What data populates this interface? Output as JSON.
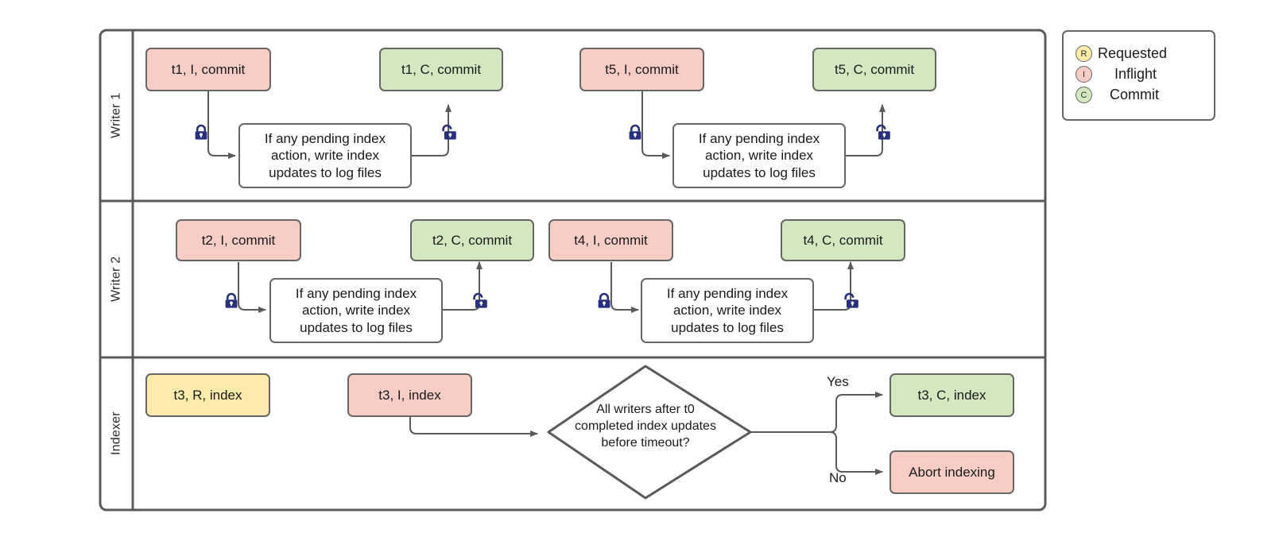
{
  "diagram": {
    "title": "Writer / Indexer concurrency swimlane diagram",
    "colors": {
      "inflight": "#f8cdc6",
      "commit": "#d3e8c0",
      "requested": "#fdebab",
      "process": "#ffffff",
      "stroke": "#666666",
      "lock": "#28307e"
    },
    "lanes": [
      {
        "id": "writer1",
        "label": "Writer 1"
      },
      {
        "id": "writer2",
        "label": "Writer 2"
      },
      {
        "id": "indexer",
        "label": "Indexer"
      }
    ],
    "process_text": "If any pending index action, write index updates to log files",
    "writer1": {
      "nodes": [
        {
          "id": "t1-inflight",
          "label": "t1, I, commit",
          "state": "Inflight"
        },
        {
          "id": "t1-commit",
          "label": "t1, C, commit",
          "state": "Commit"
        },
        {
          "id": "t5-inflight",
          "label": "t5, I, commit",
          "state": "Inflight"
        },
        {
          "id": "t5-commit",
          "label": "t5, C, commit",
          "state": "Commit"
        }
      ],
      "process_left": "If any pending index action, write index updates to log files",
      "process_right": "If any pending index action, write index updates to log files",
      "locks": [
        {
          "id": "lock-w1-a",
          "kind": "locked"
        },
        {
          "id": "lock-w1-b",
          "kind": "unlocked"
        },
        {
          "id": "lock-w1-c",
          "kind": "locked"
        },
        {
          "id": "lock-w1-d",
          "kind": "unlocked"
        }
      ]
    },
    "writer2": {
      "nodes": [
        {
          "id": "t2-inflight",
          "label": "t2, I, commit",
          "state": "Inflight"
        },
        {
          "id": "t2-commit",
          "label": "t2, C, commit",
          "state": "Commit"
        },
        {
          "id": "t4-inflight",
          "label": "t4, I, commit",
          "state": "Inflight"
        },
        {
          "id": "t4-commit",
          "label": "t4, C, commit",
          "state": "Commit"
        }
      ],
      "process_left": "If any pending index action, write index updates to log files",
      "process_right": "If any pending index action, write index updates to log files",
      "locks": [
        {
          "id": "lock-w2-a",
          "kind": "locked"
        },
        {
          "id": "lock-w2-b",
          "kind": "unlocked"
        },
        {
          "id": "lock-w2-c",
          "kind": "locked"
        },
        {
          "id": "lock-w2-d",
          "kind": "unlocked"
        }
      ]
    },
    "indexer": {
      "requested": "t3, R, index",
      "inflight": "t3, I, index",
      "decision": "All writers after t0 completed index updates before timeout?",
      "decision_lines": [
        "All writers after t0",
        "completed index updates",
        "before timeout?"
      ],
      "yes_label": "Yes",
      "no_label": "No",
      "yes_target": "t3, C, index",
      "no_target": "Abort indexing"
    },
    "legend": {
      "items": [
        {
          "code": "R",
          "label": "Requested",
          "color": "#fdebab"
        },
        {
          "code": "I",
          "label": "Inflight",
          "color": "#f8cdc6"
        },
        {
          "code": "C",
          "label": "Commit",
          "color": "#d3e8c0"
        }
      ]
    }
  }
}
